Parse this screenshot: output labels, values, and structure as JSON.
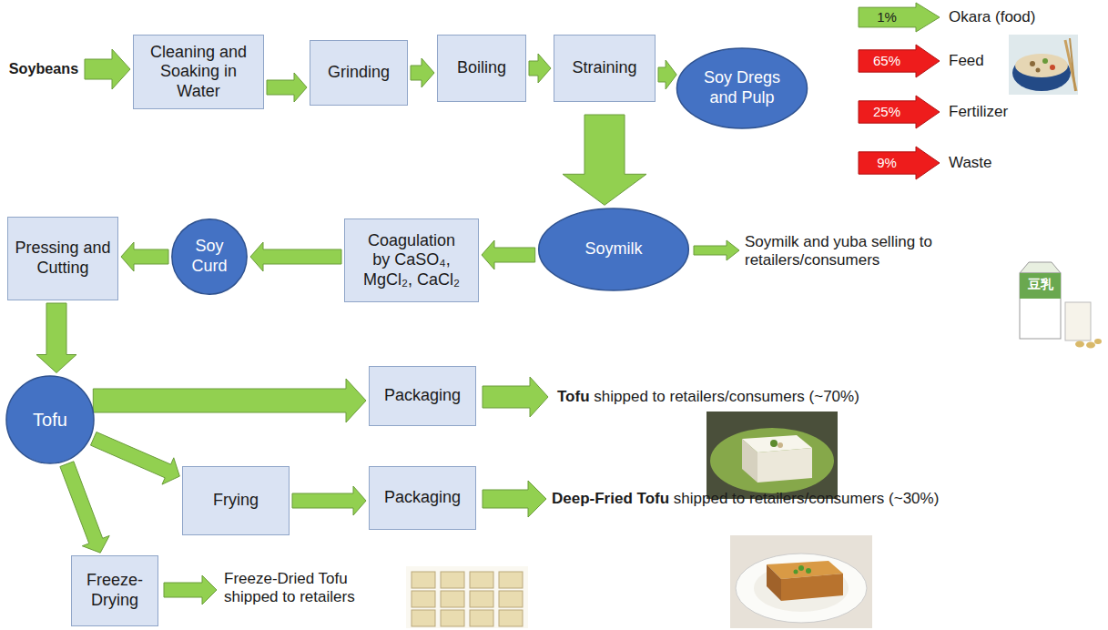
{
  "diagram": {
    "nodes": [
      {
        "text": [
          "Soybeans"
        ]
      },
      {
        "text": [
          "Cleaning and Soaking in Water"
        ]
      },
      {
        "text": [
          "Grinding"
        ]
      },
      {
        "text": [
          "Boiling"
        ]
      },
      {
        "text": [
          "Straining"
        ]
      },
      {
        "text": [
          "Soy Dregs and Pulp"
        ]
      },
      {
        "text": [
          "1%",
          "Okara (food)"
        ]
      },
      {
        "text": [
          "65%",
          "Feed"
        ]
      },
      {
        "text": [
          "25%",
          "Fertilizer"
        ]
      },
      {
        "text": [
          "9%",
          "Waste"
        ]
      },
      {
        "text": [
          "Soymilk"
        ]
      },
      {
        "text": [
          "Coagulation by CaSO₄, MgCl₂, CaCl₂"
        ]
      },
      {
        "text": [
          "Soy Curd"
        ]
      },
      {
        "text": [
          "Pressing and Cutting"
        ]
      },
      {
        "text": [
          "Tofu"
        ]
      },
      {
        "text": [
          "Packaging"
        ]
      },
      {
        "text": [
          "Frying"
        ]
      },
      {
        "text": [
          "Packaging"
        ]
      },
      {
        "text": [
          "Freeze-Drying"
        ]
      }
    ],
    "edges": [
      {
        "from": 0,
        "to": 1,
        "arrow": "to"
      },
      {
        "from": 1,
        "to": 2,
        "arrow": "to"
      },
      {
        "from": 2,
        "to": 3,
        "arrow": "to"
      },
      {
        "from": 3,
        "to": 4,
        "arrow": "to"
      },
      {
        "from": 4,
        "to": 5,
        "arrow": "to"
      },
      {
        "from": 4,
        "to": 10,
        "arrow": "to"
      },
      {
        "from": 10,
        "to": 11,
        "arrow": "to"
      },
      {
        "from": 11,
        "to": 12,
        "arrow": "to"
      },
      {
        "from": 12,
        "to": 13,
        "arrow": "to"
      },
      {
        "from": 13,
        "to": 14,
        "arrow": "to"
      },
      {
        "from": 14,
        "to": 15,
        "arrow": "to"
      },
      {
        "from": 14,
        "to": 16,
        "arrow": "to"
      },
      {
        "from": 16,
        "to": 17,
        "arrow": "to"
      },
      {
        "from": 14,
        "to": 18,
        "arrow": "to"
      }
    ],
    "labels": [
      "Soymilk and yuba selling to retailers/consumers",
      "豆乳",
      "Tofu",
      "shipped to retailers/consumers (~70%)",
      "Deep-Fried Tofu",
      "shipped to retailers/consumers (~30%)",
      "Freeze-Dried Tofu shipped to retailers"
    ]
  }
}
